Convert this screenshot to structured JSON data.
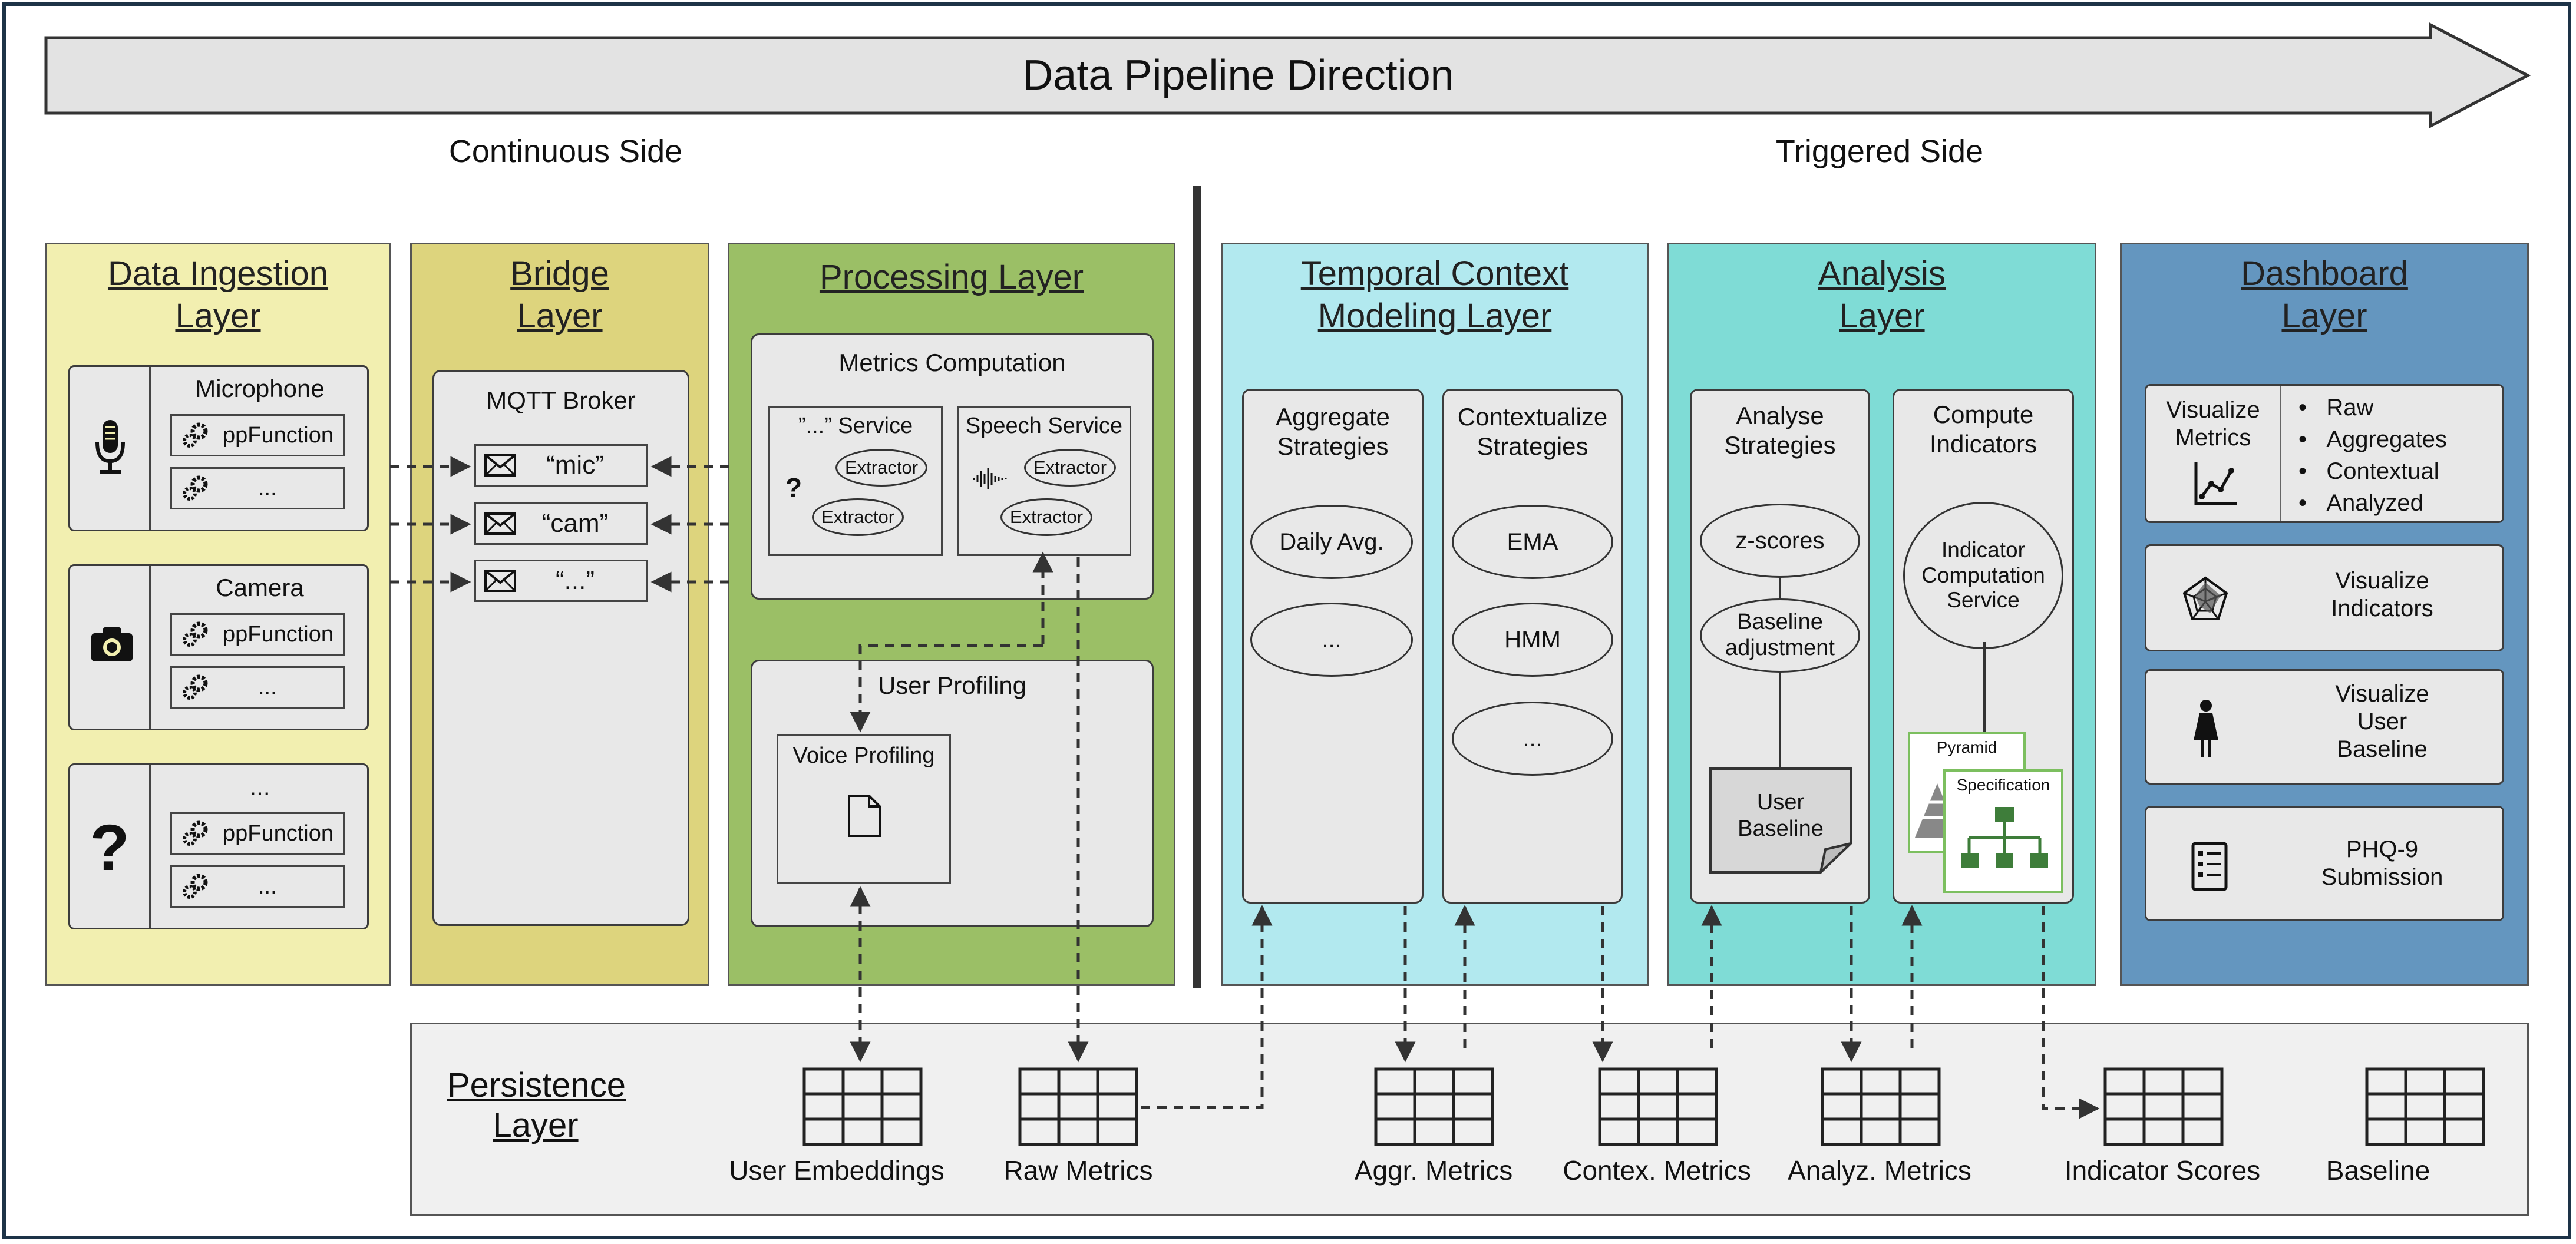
{
  "header": {
    "direction": "Data Pipeline Direction",
    "continuous": "Continuous Side",
    "triggered": "Triggered Side"
  },
  "ingestion": {
    "title": [
      "Data Ingestion",
      "Layer"
    ],
    "sources": [
      {
        "label": "Microphone",
        "fn": "ppFunction",
        "more": "..."
      },
      {
        "label": "Camera",
        "fn": "ppFunction",
        "more": "..."
      },
      {
        "label": "...",
        "fn": "ppFunction",
        "more": "...",
        "symbol": "?"
      }
    ]
  },
  "bridge": {
    "title": [
      "Bridge",
      "Layer"
    ],
    "broker": "MQTT Broker",
    "topics": [
      "“mic”",
      "“cam”",
      "“...”"
    ]
  },
  "processing": {
    "title": "Processing Layer",
    "metrics": "Metrics Computation",
    "svc1": "”...” Service",
    "svc1_symbol": "?",
    "svc2": "Speech Service",
    "extractor": "Extractor",
    "profiling": "User Profiling",
    "voice": "Voice Profiling"
  },
  "temporal": {
    "title": [
      "Temporal Context",
      "Modeling Layer"
    ],
    "aggregate": [
      "Aggregate",
      "Strategies"
    ],
    "agg_items": [
      "Daily Avg.",
      "..."
    ],
    "contextualize": [
      "Contextualize",
      "Strategies"
    ],
    "ctx_items": [
      "EMA",
      "HMM",
      "..."
    ]
  },
  "analysis": {
    "title": [
      "Analysis",
      "Layer"
    ],
    "analyse": [
      "Analyse",
      "Strategies"
    ],
    "zscores": "z-scores",
    "baseline_adj": [
      "Baseline",
      "adjustment"
    ],
    "user_baseline": [
      "User",
      "Baseline"
    ],
    "compute": [
      "Compute",
      "Indicators"
    ],
    "ics": [
      "Indicator",
      "Computation",
      "Service"
    ],
    "pyramid": "Pyramid",
    "spec": "Specification"
  },
  "dashboard": {
    "title": [
      "Dashboard",
      "Layer"
    ],
    "vis_metrics": [
      "Visualize",
      "Metrics"
    ],
    "metrics_list": [
      "Raw",
      "Aggregates",
      "Contextual",
      "Analyzed"
    ],
    "vis_indicators": [
      "Visualize",
      "Indicators"
    ],
    "vis_baseline": [
      "Visualize",
      "User",
      "Baseline"
    ],
    "phq": [
      "PHQ-9",
      "Submission"
    ]
  },
  "persistence": {
    "title": [
      "Persistence",
      "Layer"
    ],
    "stores": [
      "User Embeddings",
      "Raw Metrics",
      "Aggr. Metrics",
      "Contex. Metrics",
      "Analyz. Metrics",
      "Indicator Scores",
      "Baseline"
    ]
  },
  "colors": {
    "ingestion": "#f2efb0",
    "bridge": "#ddd47d",
    "processing": "#9bbf66",
    "temporal": "#b2e9ef",
    "analysis": "#7fdcd6",
    "dashboard": "#6496bf",
    "persistence": "#f0f0f0",
    "frame": "#1d3347",
    "banner": "#e3e3e3"
  }
}
